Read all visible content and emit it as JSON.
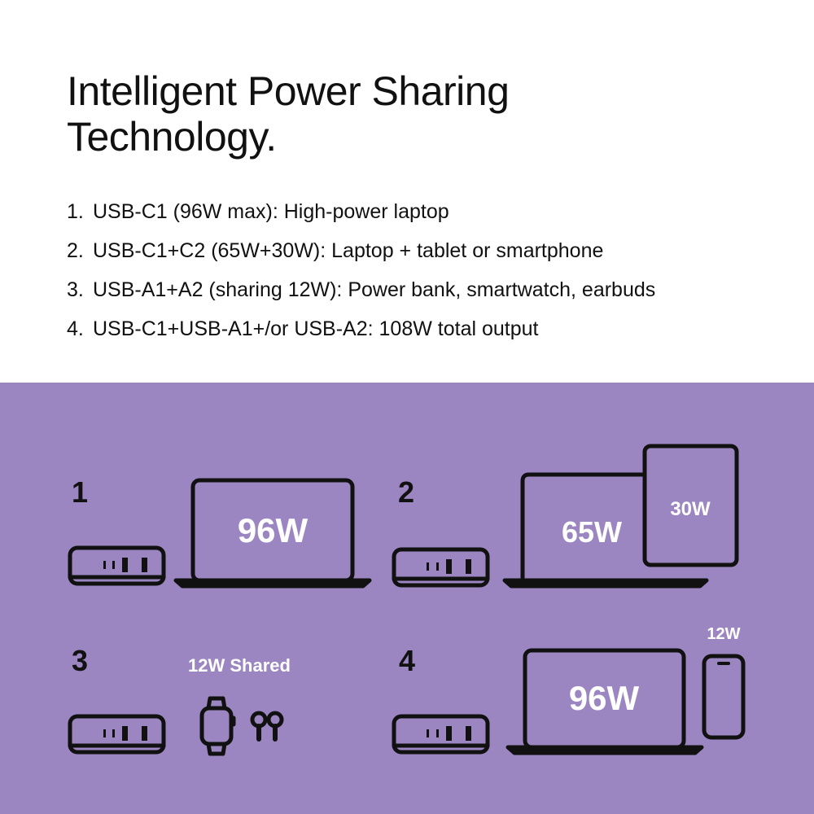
{
  "header": {
    "title_line1": "Intelligent Power Sharing",
    "title_line2": "Technology."
  },
  "modes": [
    {
      "number": "1.",
      "text": "USB-C1 (96W max): High-power laptop"
    },
    {
      "number": "2.",
      "text": "USB-C1+C2 (65W+30W): Laptop + tablet or smartphone"
    },
    {
      "number": "3.",
      "text": "USB-A1+A2 (sharing 12W): Power bank, smartwatch, earbuds"
    },
    {
      "number": "4.",
      "text": "USB-C1+USB-A1+/or USB-A2: 108W total output"
    }
  ],
  "diagrams": {
    "d1": {
      "number": "1",
      "laptop_watts": "96W"
    },
    "d2": {
      "number": "2",
      "laptop_watts": "65W",
      "tablet_watts": "30W"
    },
    "d3": {
      "number": "3",
      "shared_label": "12W Shared"
    },
    "d4": {
      "number": "4",
      "laptop_watts": "96W",
      "phone_watts": "12W"
    }
  },
  "colors": {
    "panel_bg": "#9b86c2",
    "ink": "#111111",
    "label_text": "#ffffff"
  }
}
